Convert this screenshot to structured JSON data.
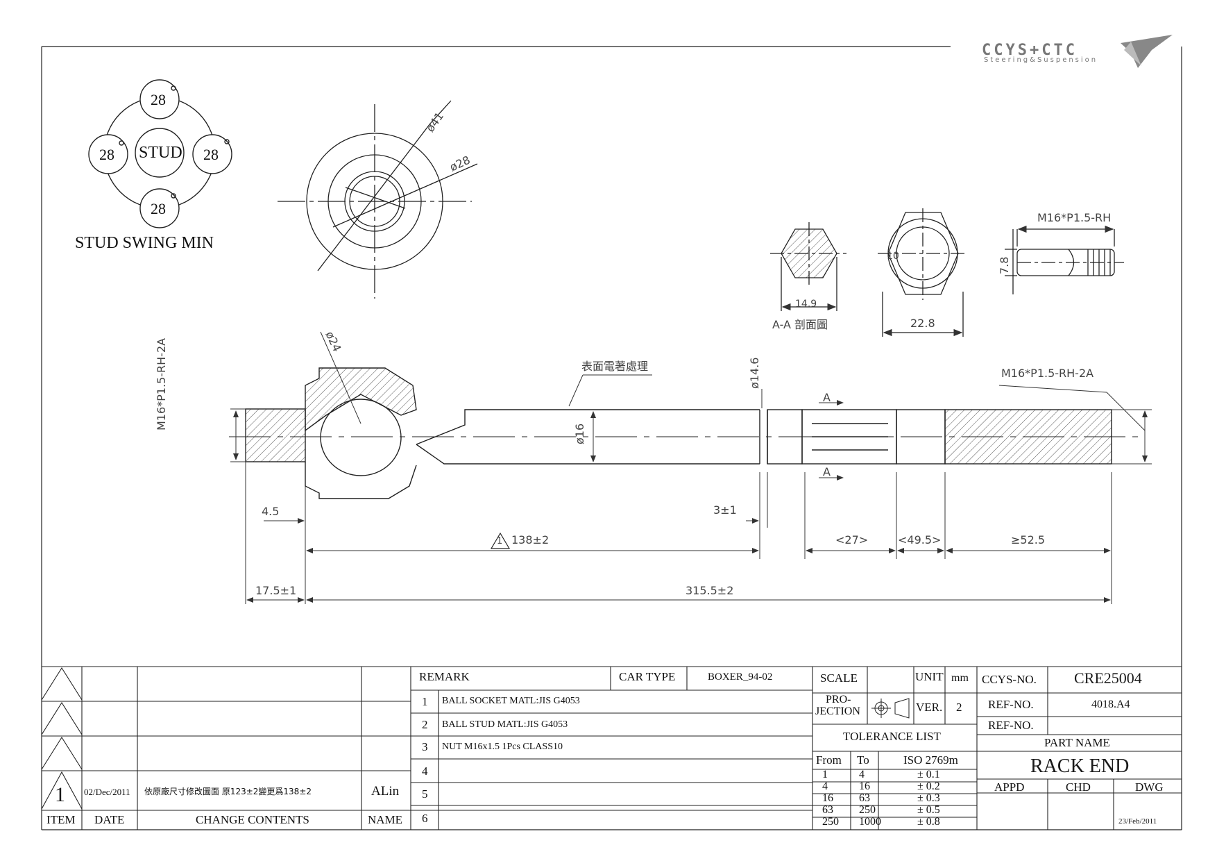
{
  "logo": {
    "text": "CCYS+CTC",
    "sub": "Steering&Suspension"
  },
  "stud_swing": {
    "center": "STUD",
    "up": "28",
    "down": "28",
    "left": "28",
    "right": "28",
    "caption": "STUD SWING MIN"
  },
  "dimensions": {
    "socket_dia": "ø41",
    "inner_dia": "ø28",
    "ball_dia": "ø24",
    "thread_left": "M16*P1.5-RH-2A",
    "shaft_dia": "ø16",
    "neck_dia": "ø14.6",
    "surface_note": "表面電著處理",
    "thread_right": "M16*P1.5-RH-2A",
    "d_4_5": "4.5",
    "d_138": "138±2",
    "rev_mark": "1",
    "d_3": "3±1",
    "d_27": "<27>",
    "d_49_5": "<49.5>",
    "d_52_5": "≥52.5",
    "d_17_5": "17.5±1",
    "d_315_5": "315.5±2",
    "section_a1": "A",
    "section_a2": "A",
    "flat_14_9": "14.9",
    "section_label": "A-A  剖面圖",
    "hex_10": "10",
    "hex_22_8": "22.8",
    "nut_thread": "M16*P1.5-RH",
    "nut_7_8": "7.8"
  },
  "revisions": {
    "rows": [
      {
        "item": "",
        "date": "",
        "content": "",
        "name": ""
      },
      {
        "item": "",
        "date": "",
        "content": "",
        "name": ""
      },
      {
        "item": "",
        "date": "",
        "content": "",
        "name": ""
      },
      {
        "item": "1",
        "date": "02/Dec/2011",
        "content": "依原廠尺寸修改圖面 原123±2變更爲138±2",
        "name": "ALin"
      }
    ],
    "headers": {
      "item": "ITEM",
      "date": "DATE",
      "content": "CHANGE CONTENTS",
      "name": "NAME"
    }
  },
  "remarks": {
    "header": "REMARK",
    "car_type_label": "CAR TYPE",
    "car_type": "BOXER_94-02",
    "items": [
      {
        "no": "1",
        "text": "BALL SOCKET MATL:JIS  G4053"
      },
      {
        "no": "2",
        "text": "BALL STUD MATL:JIS G4053"
      },
      {
        "no": "3",
        "text": "NUT M16x1.5 1Pcs CLASS10"
      },
      {
        "no": "4",
        "text": ""
      },
      {
        "no": "5",
        "text": ""
      },
      {
        "no": "6",
        "text": ""
      }
    ]
  },
  "scale": {
    "scale_label": "SCALE",
    "scale_value": "",
    "unit_label": "UNIT",
    "unit_value": "mm",
    "projection_label": "PRO-\nJECTION",
    "projection_l1": "PRO-",
    "projection_l2": "JECTION",
    "ver_label": "VER.",
    "ver_value": "2"
  },
  "tolerance": {
    "title": "TOLERANCE LIST",
    "headers": [
      "From",
      "To",
      "ISO 2769m"
    ],
    "rows": [
      [
        "1",
        "4",
        "± 0.1"
      ],
      [
        "4",
        "16",
        "± 0.2"
      ],
      [
        "16",
        "63",
        "± 0.3"
      ],
      [
        "63",
        "250",
        "± 0.5"
      ],
      [
        "250",
        "1000",
        "± 0.8"
      ]
    ]
  },
  "part": {
    "ccys_label": "CCYS-NO.",
    "ccys_no": "CRE25004",
    "ref1_label": "REF-NO.",
    "ref1": "4018.A4",
    "ref2_label": "REF-NO.",
    "ref2": "",
    "part_name_label": "PART NAME",
    "part_name": "RACK END",
    "appd": "APPD",
    "chd": "CHD",
    "dwg": "DWG",
    "date": "23/Feb/2011"
  }
}
